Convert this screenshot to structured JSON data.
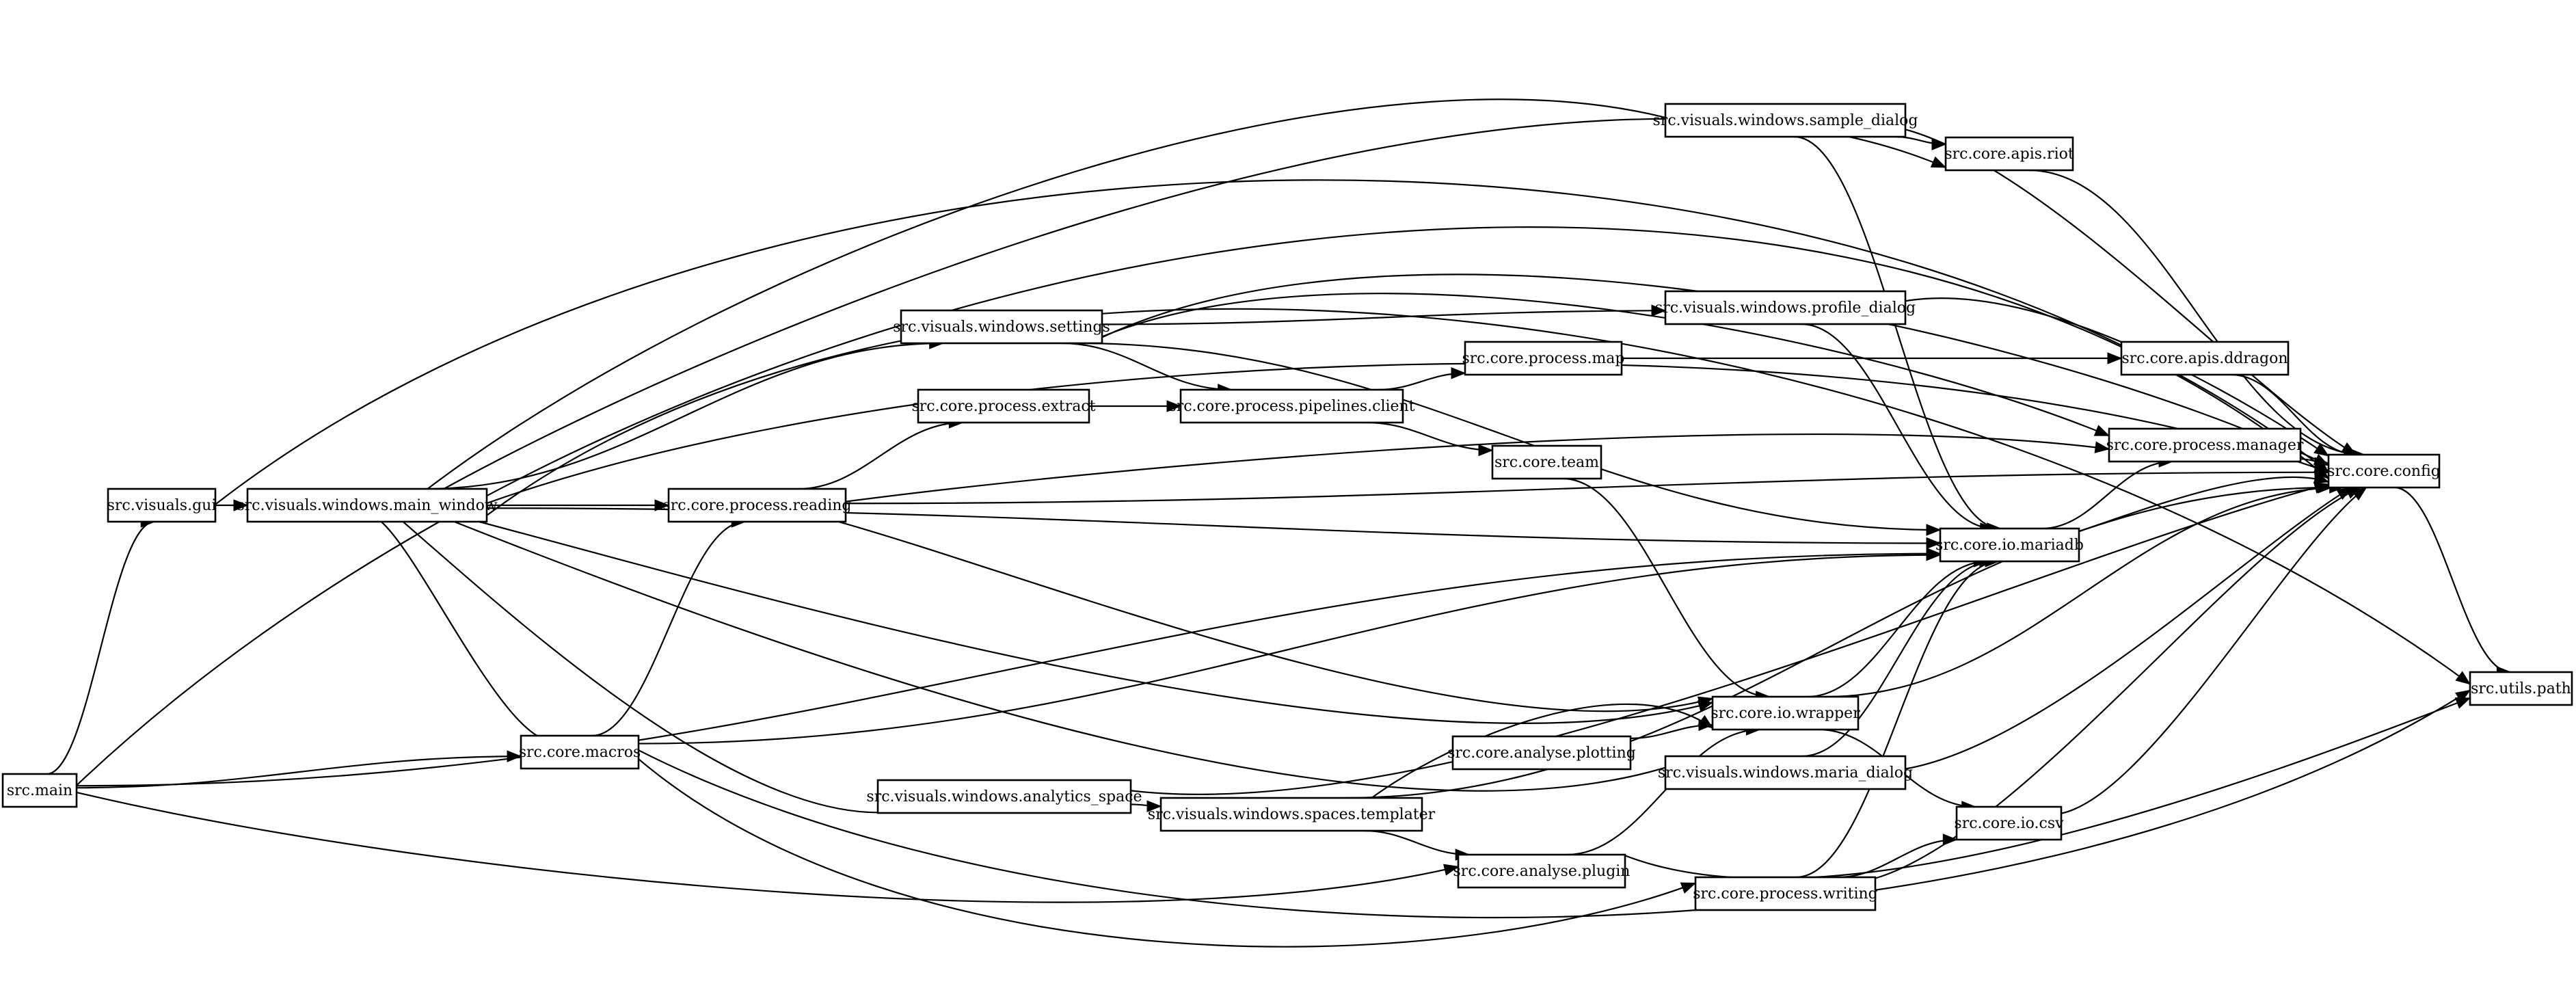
{
  "graph": {
    "nodes": [
      {
        "id": "src_main",
        "label": "src.main"
      },
      {
        "id": "src_visuals_gui",
        "label": "src.visuals.gui"
      },
      {
        "id": "main_window",
        "label": "src.visuals.windows.main_window"
      },
      {
        "id": "core_macros",
        "label": "src.core.macros"
      },
      {
        "id": "process_reading",
        "label": "src.core.process.reading"
      },
      {
        "id": "windows_settings",
        "label": "src.visuals.windows.settings"
      },
      {
        "id": "process_extract",
        "label": "src.core.process.extract"
      },
      {
        "id": "pipelines_client",
        "label": "src.core.process.pipelines.client"
      },
      {
        "id": "analytics_space",
        "label": "src.visuals.windows.analytics_space"
      },
      {
        "id": "spaces_templater",
        "label": "src.visuals.windows.spaces.templater"
      },
      {
        "id": "process_map",
        "label": "src.core.process.map"
      },
      {
        "id": "core_team",
        "label": "src.core.team"
      },
      {
        "id": "analyse_plotting",
        "label": "src.core.analyse.plotting"
      },
      {
        "id": "analyse_plugin",
        "label": "src.core.analyse.plugin"
      },
      {
        "id": "sample_dialog",
        "label": "src.visuals.windows.sample_dialog"
      },
      {
        "id": "profile_dialog",
        "label": "src.visuals.windows.profile_dialog"
      },
      {
        "id": "io_wrapper",
        "label": "src.core.io.wrapper"
      },
      {
        "id": "maria_dialog",
        "label": "src.visuals.windows.maria_dialog"
      },
      {
        "id": "process_writing",
        "label": "src.core.process.writing"
      },
      {
        "id": "apis_riot",
        "label": "src.core.apis.riot"
      },
      {
        "id": "io_mariadb",
        "label": "src.core.io.mariadb"
      },
      {
        "id": "io_csv",
        "label": "src.core.io.csv"
      },
      {
        "id": "apis_ddragon",
        "label": "src.core.apis.ddragon"
      },
      {
        "id": "process_manager",
        "label": "src.core.process.manager"
      },
      {
        "id": "core_config",
        "label": "src.core.config"
      },
      {
        "id": "utils_path",
        "label": "src.utils.path"
      }
    ],
    "edges": [
      {
        "from": "src_main",
        "to": "core_config"
      },
      {
        "from": "src_main",
        "to": "src_visuals_gui"
      },
      {
        "from": "src_main",
        "to": "core_macros"
      },
      {
        "from": "src_main",
        "to": "io_mariadb"
      },
      {
        "from": "src_main",
        "to": "analyse_plugin"
      },
      {
        "from": "src_visuals_gui",
        "to": "core_config"
      },
      {
        "from": "src_visuals_gui",
        "to": "main_window"
      },
      {
        "from": "main_window",
        "to": "utils_path"
      },
      {
        "from": "main_window",
        "to": "sample_dialog"
      },
      {
        "from": "main_window",
        "to": "apis_riot"
      },
      {
        "from": "main_window",
        "to": "core_config"
      },
      {
        "from": "main_window",
        "to": "windows_settings"
      },
      {
        "from": "main_window",
        "to": "process_reading"
      },
      {
        "from": "main_window",
        "to": "io_mariadb"
      },
      {
        "from": "main_window",
        "to": "io_wrapper"
      },
      {
        "from": "main_window",
        "to": "maria_dialog"
      },
      {
        "from": "main_window",
        "to": "analytics_space"
      },
      {
        "from": "main_window",
        "to": "core_macros"
      },
      {
        "from": "core_macros",
        "to": "process_reading"
      },
      {
        "from": "core_macros",
        "to": "io_mariadb"
      },
      {
        "from": "core_macros",
        "to": "process_writing"
      },
      {
        "from": "core_macros",
        "to": "utils_path"
      },
      {
        "from": "process_reading",
        "to": "process_extract"
      },
      {
        "from": "process_reading",
        "to": "process_manager"
      },
      {
        "from": "process_reading",
        "to": "core_config"
      },
      {
        "from": "process_reading",
        "to": "io_wrapper"
      },
      {
        "from": "windows_settings",
        "to": "core_config"
      },
      {
        "from": "windows_settings",
        "to": "process_manager"
      },
      {
        "from": "windows_settings",
        "to": "profile_dialog"
      },
      {
        "from": "windows_settings",
        "to": "pipelines_client"
      },
      {
        "from": "windows_settings",
        "to": "io_mariadb"
      },
      {
        "from": "process_extract",
        "to": "pipelines_client"
      },
      {
        "from": "pipelines_client",
        "to": "process_map"
      },
      {
        "from": "pipelines_client",
        "to": "core_team"
      },
      {
        "from": "process_map",
        "to": "apis_ddragon"
      },
      {
        "from": "core_team",
        "to": "io_wrapper"
      },
      {
        "from": "analytics_space",
        "to": "spaces_templater"
      },
      {
        "from": "analytics_space",
        "to": "core_config"
      },
      {
        "from": "spaces_templater",
        "to": "io_wrapper"
      },
      {
        "from": "spaces_templater",
        "to": "core_config"
      },
      {
        "from": "spaces_templater",
        "to": "analyse_plugin"
      },
      {
        "from": "analyse_plotting",
        "to": "io_wrapper"
      },
      {
        "from": "analyse_plugin",
        "to": "io_wrapper"
      },
      {
        "from": "analyse_plugin",
        "to": "utils_path"
      },
      {
        "from": "sample_dialog",
        "to": "core_config"
      },
      {
        "from": "sample_dialog",
        "to": "apis_riot"
      },
      {
        "from": "sample_dialog",
        "to": "io_mariadb"
      },
      {
        "from": "profile_dialog",
        "to": "core_config"
      },
      {
        "from": "profile_dialog",
        "to": "io_mariadb"
      },
      {
        "from": "io_wrapper",
        "to": "io_mariadb"
      },
      {
        "from": "io_wrapper",
        "to": "core_config"
      },
      {
        "from": "io_wrapper",
        "to": "io_csv"
      },
      {
        "from": "maria_dialog",
        "to": "io_mariadb"
      },
      {
        "from": "maria_dialog",
        "to": "core_config"
      },
      {
        "from": "process_writing",
        "to": "io_mariadb"
      },
      {
        "from": "process_writing",
        "to": "io_csv"
      },
      {
        "from": "process_writing",
        "to": "core_config"
      },
      {
        "from": "apis_riot",
        "to": "core_config"
      },
      {
        "from": "io_mariadb",
        "to": "process_manager"
      },
      {
        "from": "io_mariadb",
        "to": "core_config"
      },
      {
        "from": "io_csv",
        "to": "core_config"
      },
      {
        "from": "apis_ddragon",
        "to": "core_config"
      },
      {
        "from": "process_manager",
        "to": "core_config"
      },
      {
        "from": "core_config",
        "to": "utils_path"
      }
    ]
  }
}
